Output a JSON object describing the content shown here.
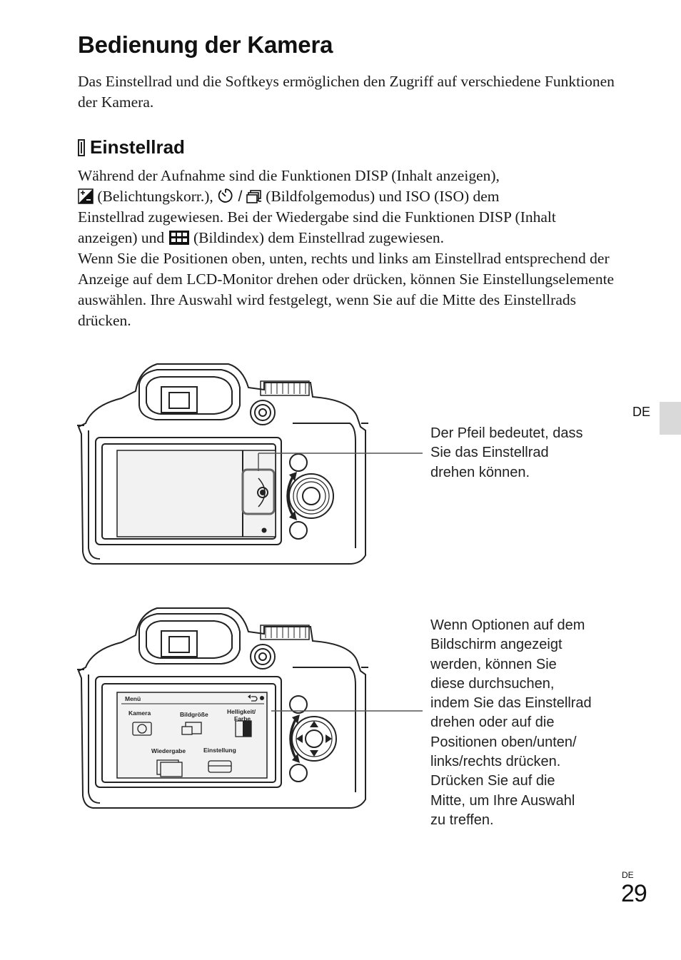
{
  "title": "Bedienung der Kamera",
  "intro": "Das Einstellrad und die Softkeys ermöglichen den Zugriff auf verschiedene Funktionen der Kamera.",
  "section": {
    "heading": "Einstellrad",
    "para1": {
      "line1": "Während der Aufnahme sind die Funktionen DISP (Inhalt anzeigen),",
      "line2_a": "(Belichtungskorr.),",
      "line2_b": "(Bildfolgemodus) und ISO (ISO) dem",
      "line3": "Einstellrad zugewiesen. Bei der Wiedergabe sind die Funktionen DISP (Inhalt",
      "line4_a": "anzeigen) und",
      "line4_b": "(Bildindex) dem Einstellrad zugewiesen."
    },
    "para2": "Wenn Sie die Positionen oben, unten, rechts und links am Einstellrad entsprechend der Anzeige auf dem LCD-Monitor drehen oder drücken, können Sie Einstellungselemente auswählen. Ihre Auswahl wird festgelegt, wenn Sie auf die Mitte des Einstellrads drücken."
  },
  "figure1": {
    "caption": [
      "Der Pfeil bedeutet, dass",
      "Sie das Einstellrad",
      "drehen können."
    ]
  },
  "figure2": {
    "caption": [
      "Wenn Optionen auf dem",
      "Bildschirm angezeigt",
      "werden, können Sie",
      "diese durchsuchen,",
      "indem Sie das Einstellrad",
      "drehen oder auf die",
      "Positionen oben/unten/",
      "links/rechts drücken.",
      "Drücken Sie auf die",
      "Mitte, um Ihre Auswahl",
      "zu treffen."
    ],
    "menu": {
      "header": "Menü",
      "items": [
        "Kamera",
        "Bildgröße",
        "Helligkeit/",
        "Farbe",
        "Wiedergabe",
        "Einstellung"
      ]
    }
  },
  "sidebar_lang": "DE",
  "footer": {
    "lang": "DE",
    "page": "29"
  },
  "icons": [
    "exposure-compensation-icon",
    "self-timer-icon",
    "burst-mode-icon",
    "image-index-icon",
    "back-icon"
  ]
}
